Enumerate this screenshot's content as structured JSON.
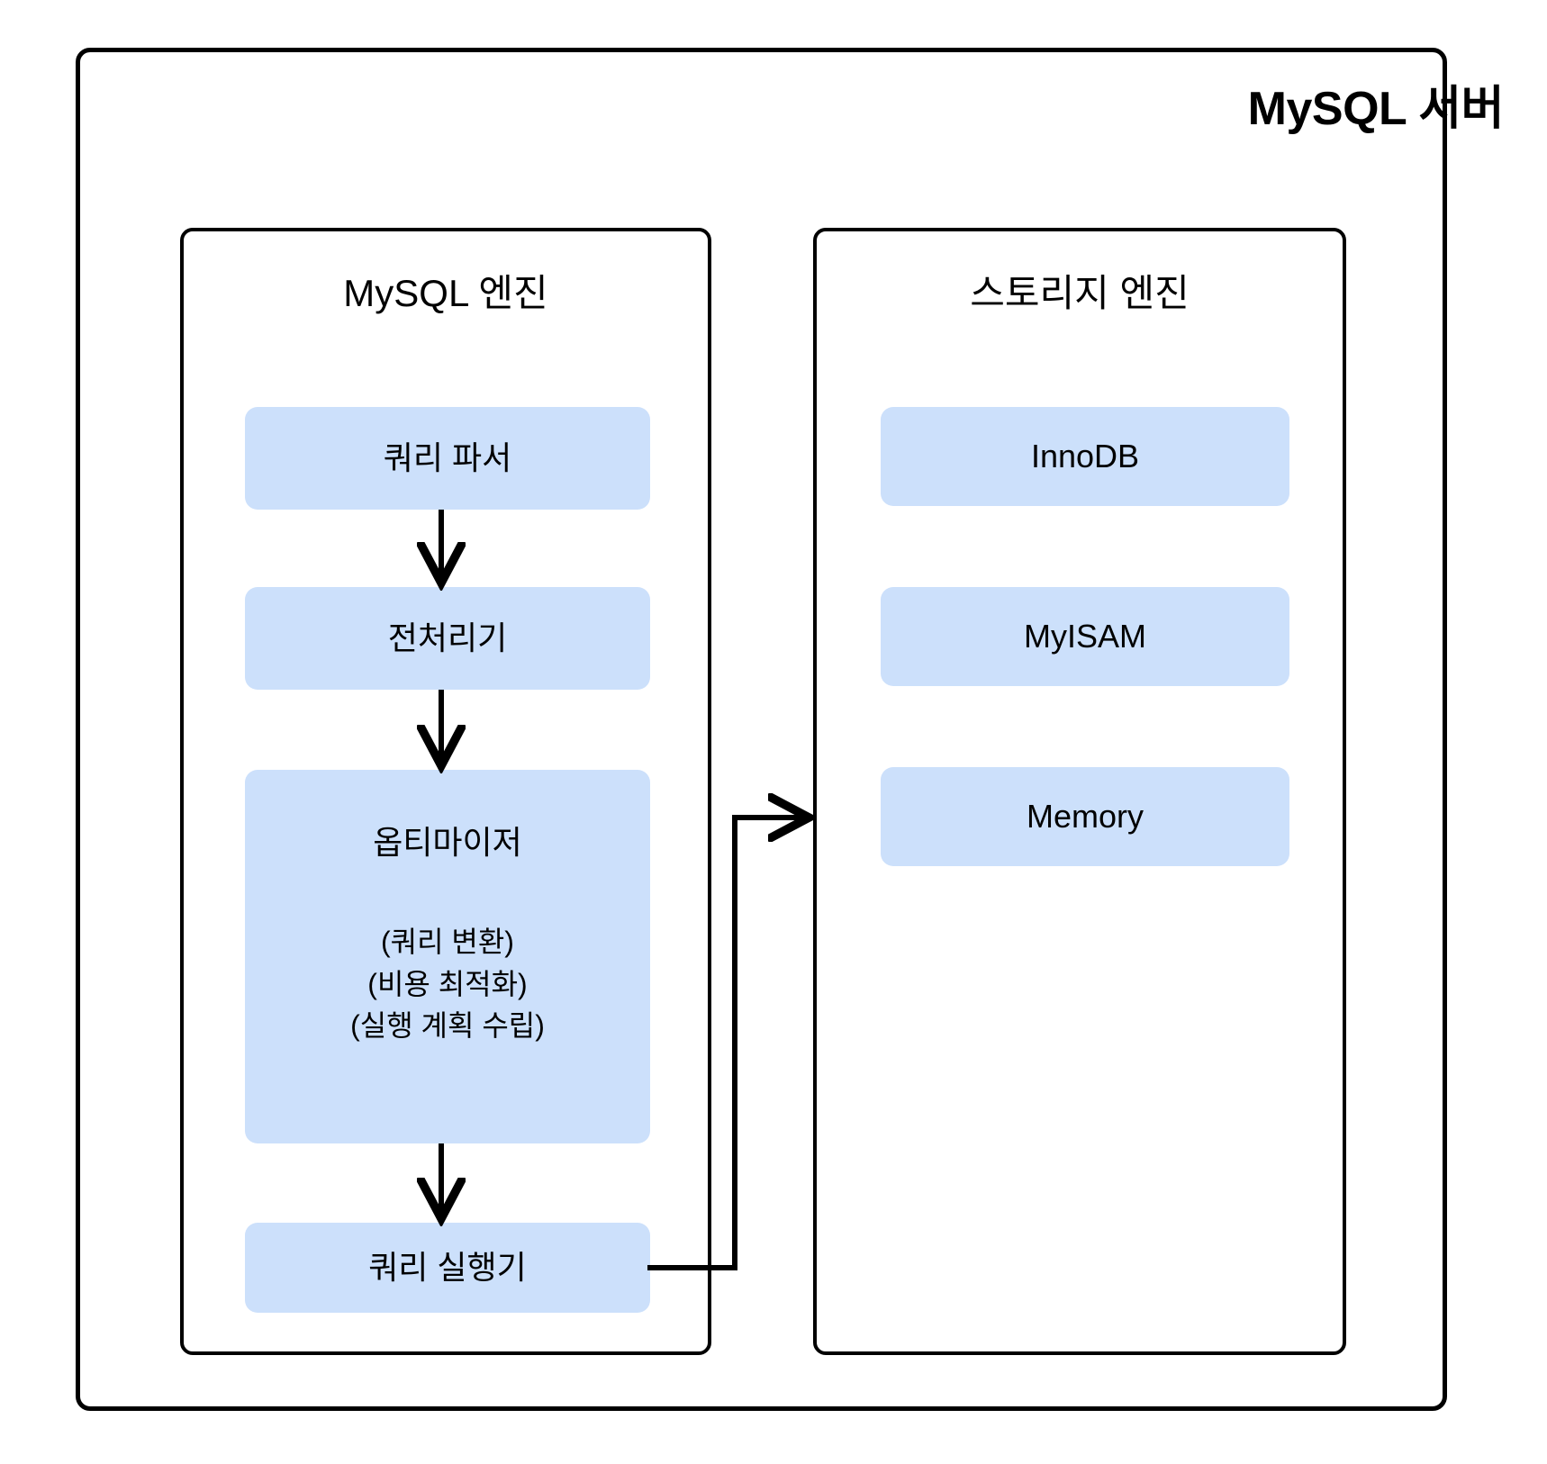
{
  "diagram": {
    "server": {
      "title": "MySQL 서버"
    },
    "panels": [
      {
        "key": "mysql_engine",
        "title": "MySQL 엔진",
        "blocks": [
          {
            "label": "쿼리 파서"
          },
          {
            "label": "전처리기"
          },
          {
            "label": "옵티마이저",
            "sub_lines": [
              "(쿼리 변환)",
              "(비용 최적화)",
              "(실행 계획 수립)"
            ],
            "sub_text": "(쿼리 변환)\n(비용 최적화)\n(실행 계획 수립)"
          },
          {
            "label": "쿼리 실행기"
          }
        ]
      },
      {
        "key": "storage_engine",
        "title": "스토리지 엔진",
        "blocks": [
          {
            "label": "InnoDB"
          },
          {
            "label": "MyISAM"
          },
          {
            "label": "Memory"
          }
        ]
      }
    ],
    "flow": [
      {
        "from": "쿼리 파서",
        "to": "전처리기"
      },
      {
        "from": "전처리기",
        "to": "옵티마이저"
      },
      {
        "from": "옵티마이저",
        "to": "쿼리 실행기"
      },
      {
        "from": "쿼리 실행기",
        "to": "스토리지 엔진"
      }
    ],
    "colors": {
      "block_fill": "#cce0fb",
      "stroke": "#000000",
      "background": "#ffffff",
      "text": "#000000"
    }
  }
}
